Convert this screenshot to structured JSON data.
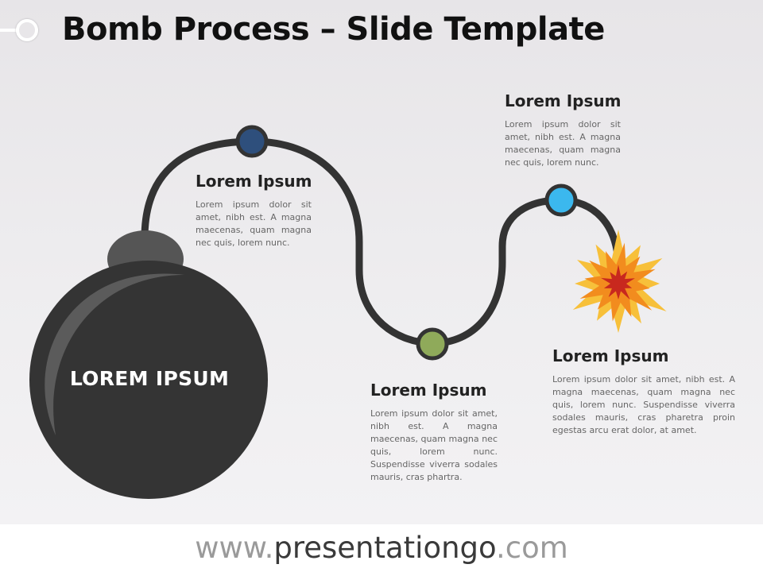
{
  "slide": {
    "title": "Bomb Process – Slide Template",
    "bomb_label": "LOREM IPSUM"
  },
  "steps": [
    {
      "heading": "Lorem Ipsum",
      "body": "Lorem ipsum dolor sit amet, nibh est. A magna maecenas, quam magna nec quis, lorem nunc.",
      "dot_color": "#2e4f7c"
    },
    {
      "heading": "Lorem Ipsum",
      "body": "Lorem ipsum dolor sit amet, nibh est. A magna maecenas, quam magna nec quis, lorem nunc. Suspendisse viverra sodales mauris, cras phartra.",
      "dot_color": "#8faa5a"
    },
    {
      "heading": "Lorem Ipsum",
      "body": "Lorem ipsum dolor sit amet, nibh est. A magna maecenas, quam magna nec quis, lorem nunc.",
      "dot_color": "#3bb8ee"
    },
    {
      "heading": "Lorem Ipsum",
      "body": "Lorem ipsum dolor sit amet, nibh est. A magna maecenas, quam magna nec quis, lorem nunc. Suspendisse viverra sodales mauris, cras pharetra proin egestas arcu erat dolor, at amet."
    }
  ],
  "colors": {
    "fuse": "#333333",
    "bomb_body": "#343434",
    "bomb_cap": "#555555",
    "bomb_highlight": "#5e5e5e",
    "explosion_outer": "#f7c03a",
    "explosion_mid": "#f28c1e",
    "explosion_core": "#c8281e"
  },
  "footer": {
    "prefix": "www.",
    "brand": "presentationgo",
    "suffix": ".com"
  }
}
